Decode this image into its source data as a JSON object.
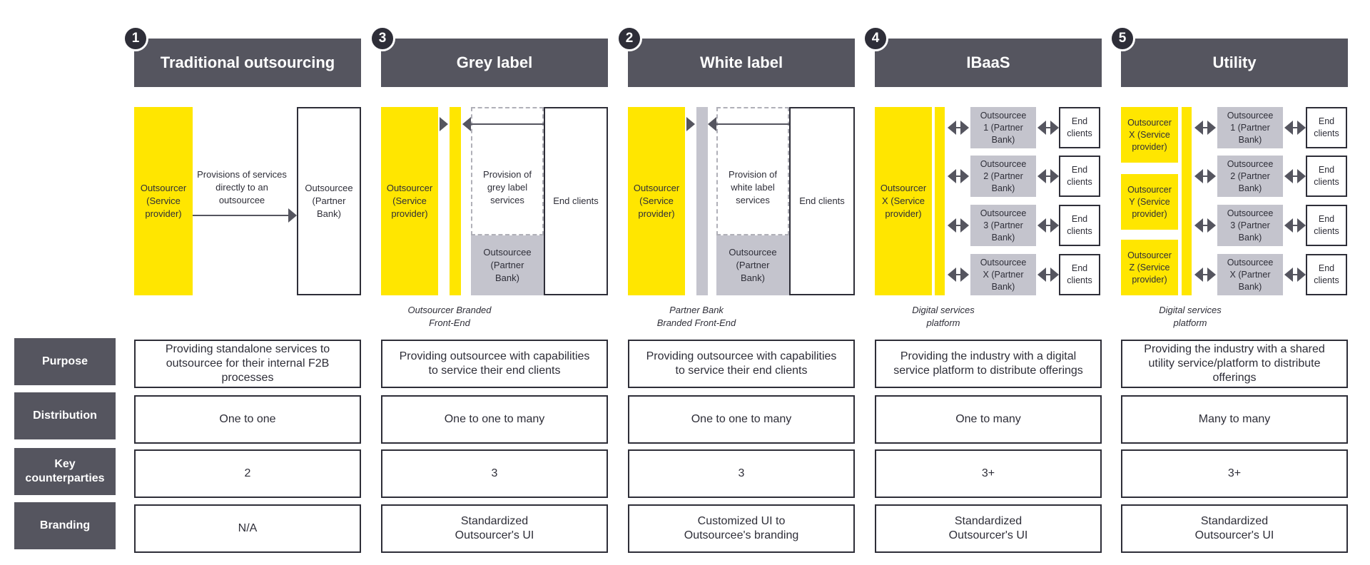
{
  "models": [
    {
      "num": "1",
      "title": "Traditional outsourcing"
    },
    {
      "num": "3",
      "title": "Grey label"
    },
    {
      "num": "2",
      "title": "White label"
    },
    {
      "num": "4",
      "title": "IBaaS"
    },
    {
      "num": "5",
      "title": "Utility"
    }
  ],
  "diagram": {
    "outsourcer_service_provider": "Outsourcer\n(Service\nprovider)",
    "outsourcee_partner_bank": "Outsourcee\n(Partner\nBank)",
    "provisions_direct": "Provisions of services\ndirectly to an\noutsourcee",
    "provision_grey": "Provision of\ngrey label\nservices",
    "provision_white": "Provision of\nwhite label\nservices",
    "end_clients": "End clients",
    "end_clients_stacked": "End\nclients",
    "outsourcer_x": "Outsourcer\nX (Service\nprovider)",
    "outsourcees": [
      "Outsourcee\n1 (Partner\nBank)",
      "Outsourcee\n2 (Partner\nBank)",
      "Outsourcee\n3 (Partner\nBank)",
      "Outsourcee\nX (Partner\nBank)"
    ],
    "utility_outsourcers": [
      "Outsourcer\nX (Service\nprovider)",
      "Outsourcer\nY (Service\nprovider)",
      "Outsourcer\nZ (Service\nprovider)"
    ],
    "captions": [
      "Outsourcer Branded\nFront-End",
      "Partner Bank\nBranded Front-End",
      "Digital services\nplatform",
      "Digital services\nplatform"
    ]
  },
  "rows": [
    {
      "label": "Purpose",
      "cells": [
        "Providing standalone services to outsourcee for their internal F2B processes",
        "Providing outsourcee with capabilities to service their end clients",
        "Providing outsourcee with capabilities to service their end clients",
        "Providing the industry with a digital service platform to distribute offerings",
        "Providing the industry with a shared utility service/platform to distribute offerings"
      ]
    },
    {
      "label": "Distribution",
      "cells": [
        "One to one",
        "One to one to many",
        "One to one to many",
        "One to many",
        "Many to many"
      ]
    },
    {
      "label": "Key counterparties",
      "cells": [
        "2",
        "3",
        "3",
        "3+",
        "3+"
      ]
    },
    {
      "label": "Branding",
      "cells": [
        "N/A",
        "Standardized Outsourcer's UI",
        "Customized UI to Outsourcee's branding",
        "Standardized Outsourcer's UI",
        "Standardized Outsourcer's UI"
      ]
    }
  ],
  "colors": {
    "yellow": "#ffe600",
    "dark": "#2e2e38",
    "header": "#55555f",
    "grey_box": "#c4c4cd"
  }
}
